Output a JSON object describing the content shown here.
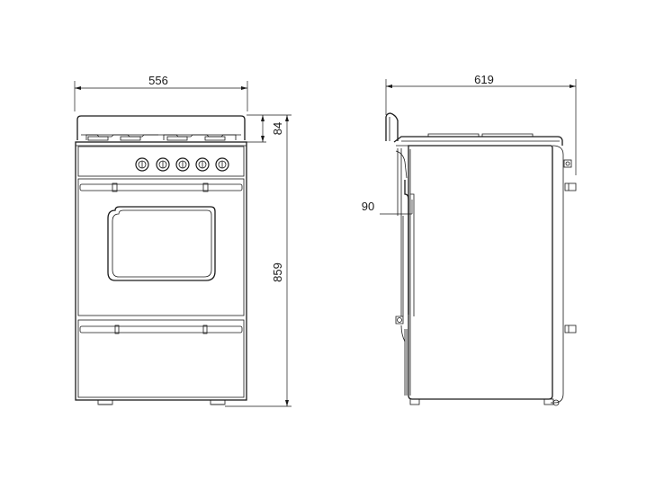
{
  "dimensions": {
    "front_width": "556",
    "top_height": "84",
    "total_height": "859",
    "side_depth": "619",
    "lid_offset": "90"
  }
}
